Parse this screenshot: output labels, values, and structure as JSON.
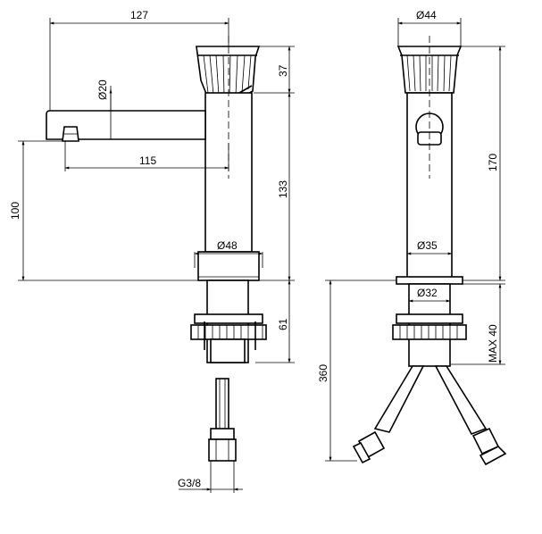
{
  "dimensions": {
    "side": {
      "total_reach": "127",
      "spout_diameter": "Ø20",
      "spout_projection": "115",
      "spout_height": "100",
      "head_height": "37",
      "body_height": "133",
      "body_diameter": "Ø48",
      "shank_length": "61",
      "thread": "G3/8"
    },
    "front": {
      "head_diameter": "Ø44",
      "overall_height": "170",
      "body_diameter": "Ø35",
      "shank_diameter": "Ø32",
      "hose_length": "360",
      "max_deck": "MAX 40"
    }
  }
}
